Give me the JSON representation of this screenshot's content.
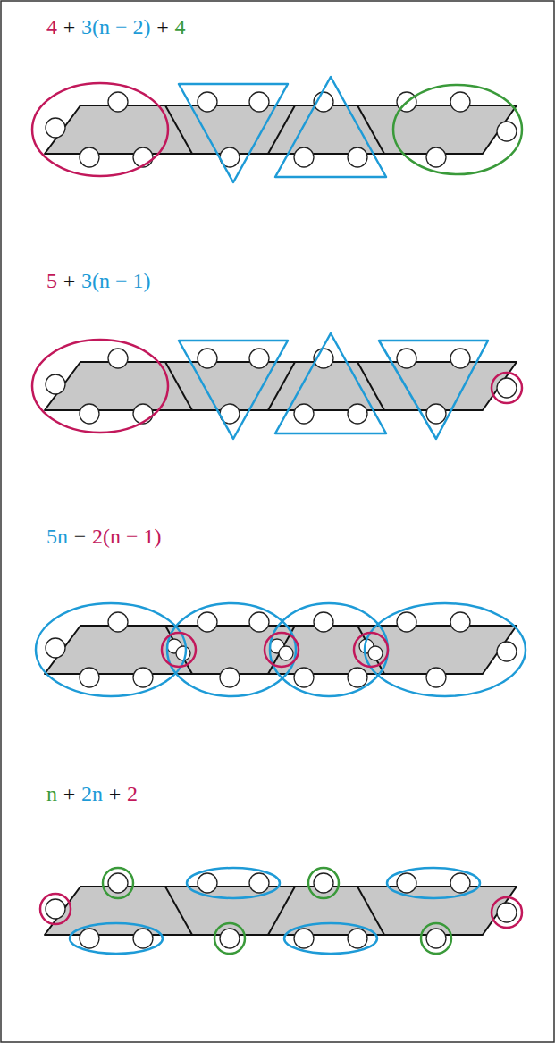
{
  "diagram": {
    "labels": [
      "4",
      "+",
      "3(n − 2)",
      "+",
      "4",
      "5",
      "+",
      "3(n − 1)",
      "5n",
      "−",
      "2(n − 1)",
      "n",
      "+",
      "2n",
      "+",
      "2"
    ]
  }
}
